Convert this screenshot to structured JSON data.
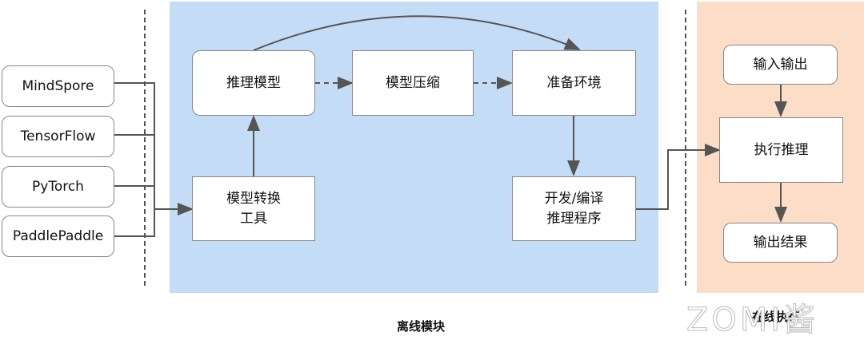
{
  "frameworks": [
    "MindSpore",
    "TensorFlow",
    "PyTorch",
    "PaddlePaddle"
  ],
  "offline": {
    "region_label": "离线模块",
    "convert_tool": [
      "模型转换",
      "工具"
    ],
    "inference_model": "推理模型",
    "compression": "模型压缩",
    "environment": "准备环境",
    "dev_program": [
      "开发/编译",
      "推理程序"
    ]
  },
  "online": {
    "region_label": "在线执行",
    "io": "输入输出",
    "execute": "执行推理",
    "result": "输出结果"
  },
  "watermark": "ZOMI酱",
  "colors": {
    "offline_bg": "#c5dcf6",
    "online_bg": "#fbddc8",
    "arrow": "#555555"
  }
}
